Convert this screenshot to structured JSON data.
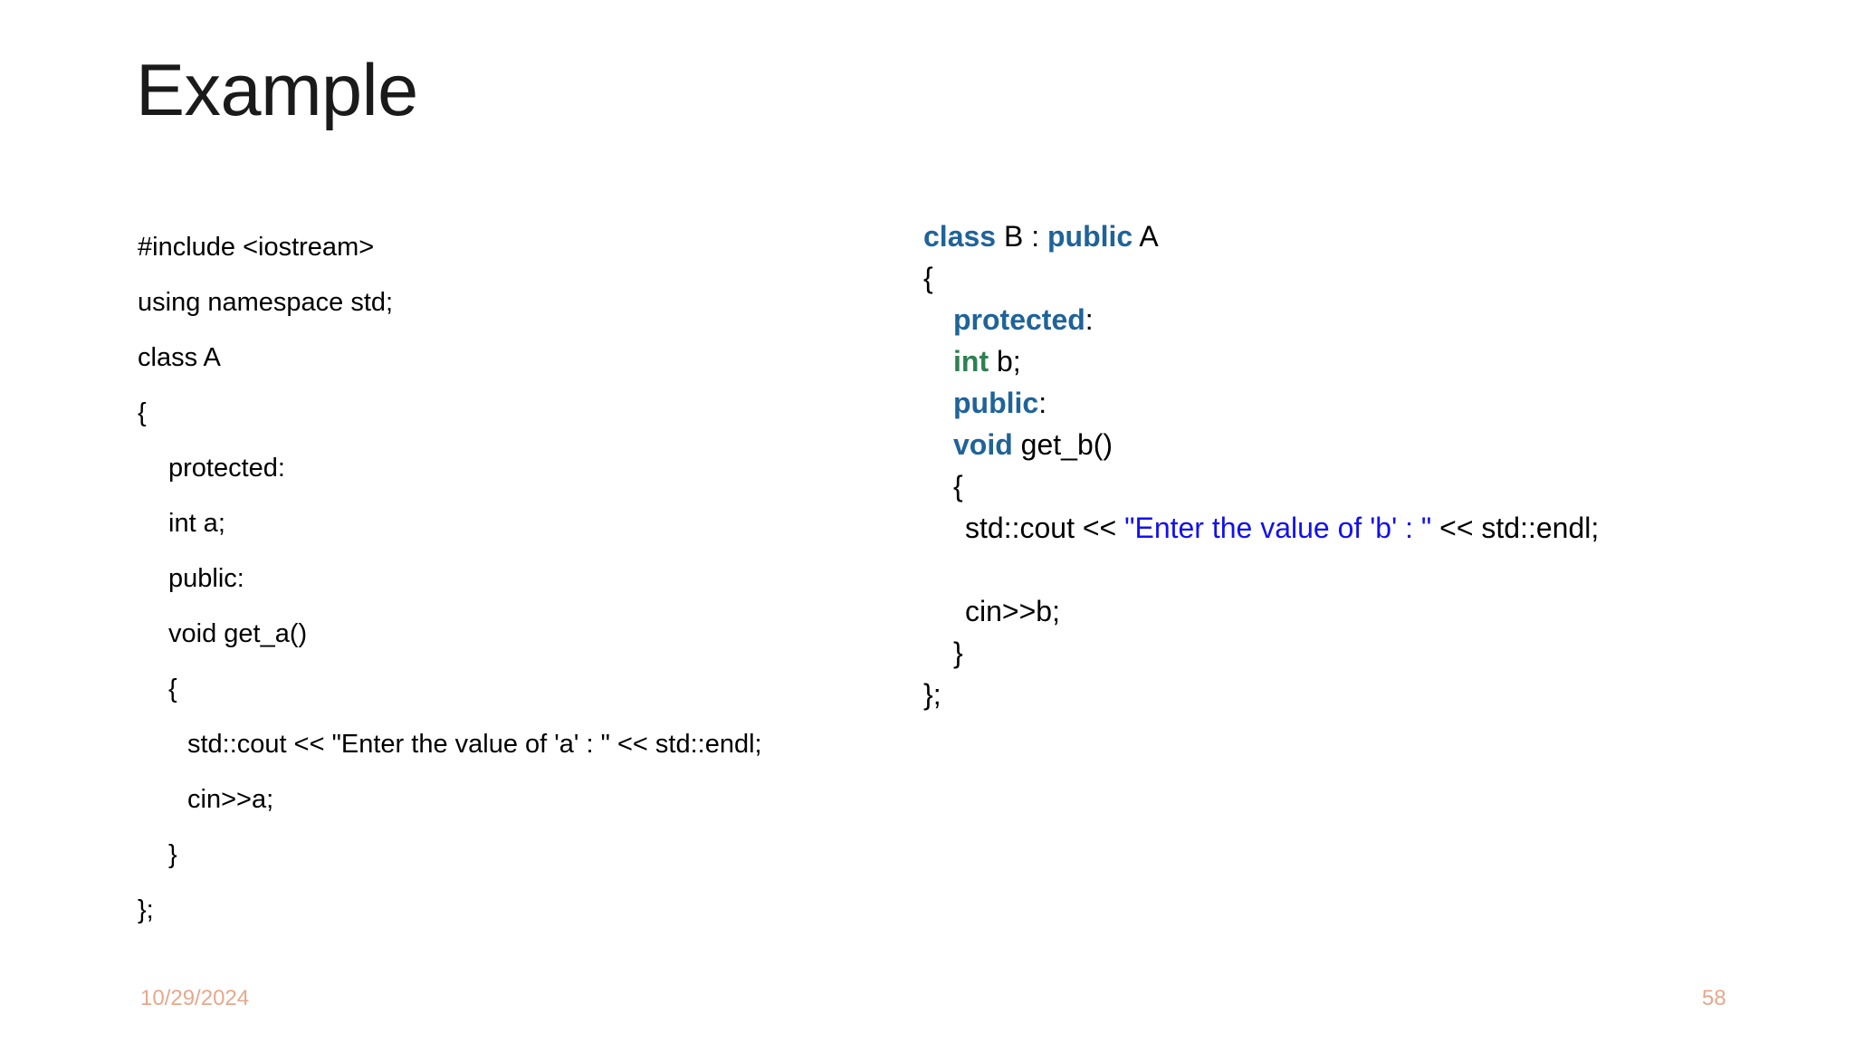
{
  "slide": {
    "title": "Example",
    "background_color": "#FFFFFF"
  },
  "colors": {
    "keyword": "#1F6399",
    "type": "#2E8050",
    "string": "#1210F0",
    "text": "#000000",
    "footer": "#E6A88C"
  },
  "left_code": {
    "language": "cpp",
    "lines": [
      {
        "indent": 0,
        "tokens": [
          {
            "text": "#include <iostream>",
            "style": "plain"
          }
        ]
      },
      {
        "indent": 0,
        "tokens": [
          {
            "text": "using namespace std;",
            "style": "plain"
          }
        ]
      },
      {
        "indent": 0,
        "tokens": [
          {
            "text": "class A",
            "style": "plain"
          }
        ]
      },
      {
        "indent": 0,
        "tokens": [
          {
            "text": "{",
            "style": "plain"
          }
        ]
      },
      {
        "indent": 1,
        "tokens": [
          {
            "text": "protected:",
            "style": "plain"
          }
        ]
      },
      {
        "indent": 1,
        "tokens": [
          {
            "text": "int a;",
            "style": "plain"
          }
        ]
      },
      {
        "indent": 1,
        "tokens": [
          {
            "text": "public:",
            "style": "plain"
          }
        ]
      },
      {
        "indent": 1,
        "tokens": [
          {
            "text": "void get_a()",
            "style": "plain"
          }
        ]
      },
      {
        "indent": 1,
        "tokens": [
          {
            "text": "{",
            "style": "plain"
          }
        ]
      },
      {
        "indent": 2,
        "tokens": [
          {
            "text": "std::cout << \"Enter the value of 'a' : \" << std::endl;",
            "style": "plain"
          }
        ]
      },
      {
        "indent": 2,
        "tokens": [
          {
            "text": "cin>>a;",
            "style": "plain"
          }
        ]
      },
      {
        "indent": 1,
        "tokens": [
          {
            "text": "}",
            "style": "plain"
          }
        ]
      },
      {
        "indent": 0,
        "tokens": [
          {
            "text": "};",
            "style": "plain"
          }
        ]
      }
    ]
  },
  "right_code": {
    "language": "cpp",
    "lines": [
      {
        "indent": 0,
        "tokens": [
          {
            "text": "class",
            "style": "kw"
          },
          {
            "text": " B : ",
            "style": "plain"
          },
          {
            "text": "public",
            "style": "kw"
          },
          {
            "text": " A",
            "style": "plain"
          }
        ]
      },
      {
        "indent": 0,
        "tokens": [
          {
            "text": "{",
            "style": "plain"
          }
        ]
      },
      {
        "indent": 1,
        "tokens": [
          {
            "text": "protected",
            "style": "kw"
          },
          {
            "text": ":",
            "style": "plain"
          }
        ]
      },
      {
        "indent": 1,
        "tokens": [
          {
            "text": "int",
            "style": "type"
          },
          {
            "text": " b;",
            "style": "plain"
          }
        ]
      },
      {
        "indent": 1,
        "tokens": [
          {
            "text": "public",
            "style": "kw"
          },
          {
            "text": ":",
            "style": "plain"
          }
        ]
      },
      {
        "indent": 1,
        "tokens": [
          {
            "text": "void",
            "style": "kw"
          },
          {
            "text": " get_b()",
            "style": "plain"
          }
        ]
      },
      {
        "indent": 1,
        "tokens": [
          {
            "text": "{",
            "style": "plain"
          }
        ]
      },
      {
        "indent": 2,
        "tokens": [
          {
            "text": "std::cout << ",
            "style": "plain"
          },
          {
            "text": "\"Enter the value of 'b' : \"",
            "style": "str"
          },
          {
            "text": " << std::endl;",
            "style": "plain"
          }
        ]
      },
      {
        "indent": 0,
        "tokens": [
          {
            "text": "",
            "style": "plain"
          }
        ]
      },
      {
        "indent": 2,
        "tokens": [
          {
            "text": "cin>>b;",
            "style": "plain"
          }
        ]
      },
      {
        "indent": 1,
        "tokens": [
          {
            "text": "}",
            "style": "plain"
          }
        ]
      },
      {
        "indent": 0,
        "tokens": [
          {
            "text": "};",
            "style": "plain"
          }
        ]
      }
    ]
  },
  "footer": {
    "date": "10/29/2024",
    "page_number": "58"
  }
}
